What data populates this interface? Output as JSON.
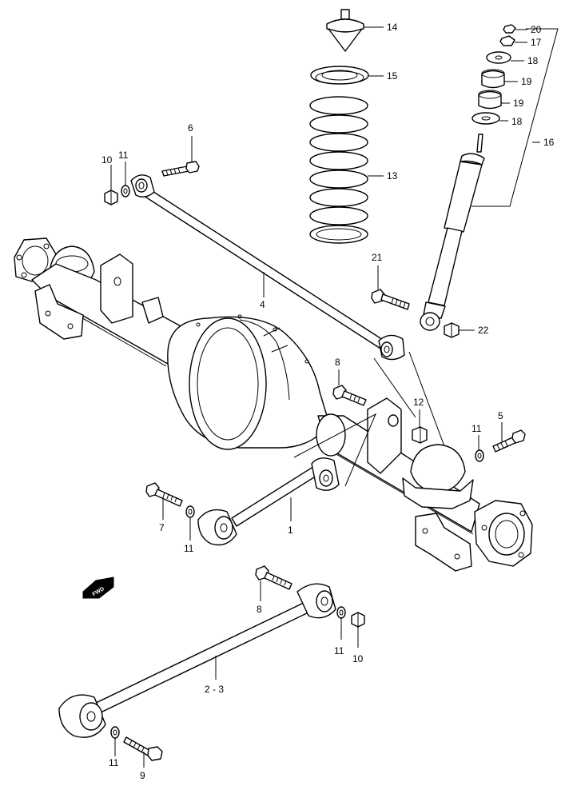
{
  "callouts": [
    {
      "id": "c14",
      "label": "14"
    },
    {
      "id": "c15",
      "label": "15"
    },
    {
      "id": "c13",
      "label": "13"
    },
    {
      "id": "c20",
      "label": "20"
    },
    {
      "id": "c17",
      "label": "17"
    },
    {
      "id": "c18a",
      "label": "18"
    },
    {
      "id": "c19a",
      "label": "19"
    },
    {
      "id": "c19b",
      "label": "19"
    },
    {
      "id": "c18b",
      "label": "18"
    },
    {
      "id": "c16",
      "label": "16"
    },
    {
      "id": "c6",
      "label": "6"
    },
    {
      "id": "c10a",
      "label": "10"
    },
    {
      "id": "c11a",
      "label": "11"
    },
    {
      "id": "c4",
      "label": "4"
    },
    {
      "id": "c21",
      "label": "21"
    },
    {
      "id": "c22",
      "label": "22"
    },
    {
      "id": "c8a",
      "label": "8"
    },
    {
      "id": "c12",
      "label": "12"
    },
    {
      "id": "c11b",
      "label": "11"
    },
    {
      "id": "c5",
      "label": "5"
    },
    {
      "id": "c7",
      "label": "7"
    },
    {
      "id": "c11c",
      "label": "11"
    },
    {
      "id": "c1",
      "label": "1"
    },
    {
      "id": "c8b",
      "label": "8"
    },
    {
      "id": "c11d",
      "label": "11"
    },
    {
      "id": "c10b",
      "label": "10"
    },
    {
      "id": "c23",
      "label": "2 - 3"
    },
    {
      "id": "c11e",
      "label": "11"
    },
    {
      "id": "c9",
      "label": "9"
    }
  ],
  "fwd_label": "FWD"
}
